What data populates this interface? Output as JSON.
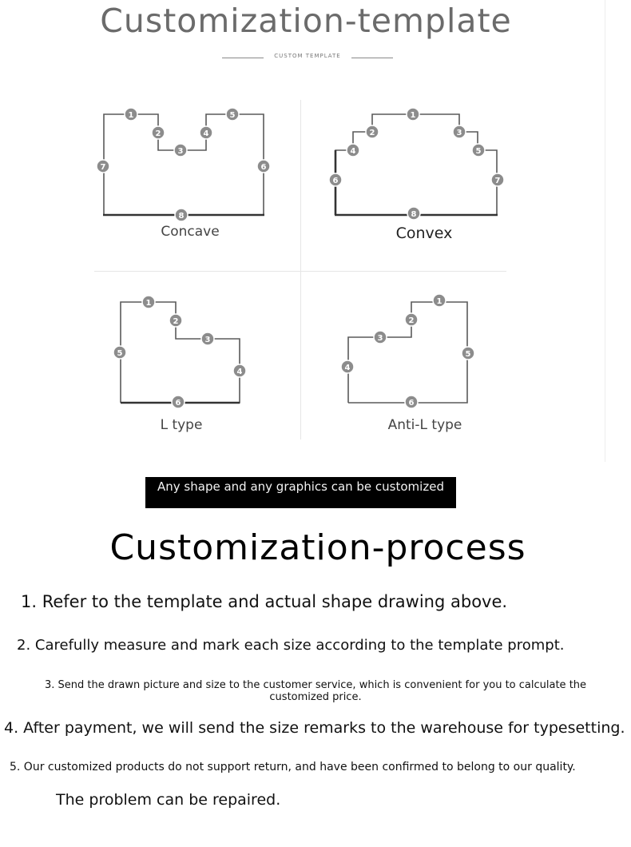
{
  "header": {
    "title": "Customization-template",
    "subtitle": "CUSTOM   TEMPLATE"
  },
  "shapes": [
    {
      "name": "Concave",
      "points": [
        "1",
        "2",
        "3",
        "4",
        "5",
        "6",
        "7",
        "8"
      ]
    },
    {
      "name": "Convex",
      "points": [
        "1",
        "2",
        "3",
        "4",
        "5",
        "6",
        "7",
        "8"
      ]
    },
    {
      "name": "L type",
      "points": [
        "1",
        "2",
        "3",
        "4",
        "5",
        "6"
      ]
    },
    {
      "name": "Anti-L type",
      "points": [
        "1",
        "2",
        "3",
        "4",
        "5",
        "6"
      ]
    }
  ],
  "banner": "Any shape and any graphics can be customized",
  "process": {
    "title": "Customization-process",
    "steps": [
      "1. Refer to the template and actual shape drawing above.",
      "2. Carefully measure and mark each size according to the template prompt.",
      "3. Send the drawn picture and size to the customer service, which is convenient for you to calculate the customized price.",
      "4. After payment, we will send the size remarks to the warehouse for typesetting.",
      "5. Our customized products do not support return, and have been confirmed to belong to our quality.",
      "The problem can be repaired."
    ]
  },
  "colors": {
    "title": "#6b6b6b",
    "outline": "#555555",
    "marker": "#8c8c8c",
    "banner_bg": "#000000"
  }
}
